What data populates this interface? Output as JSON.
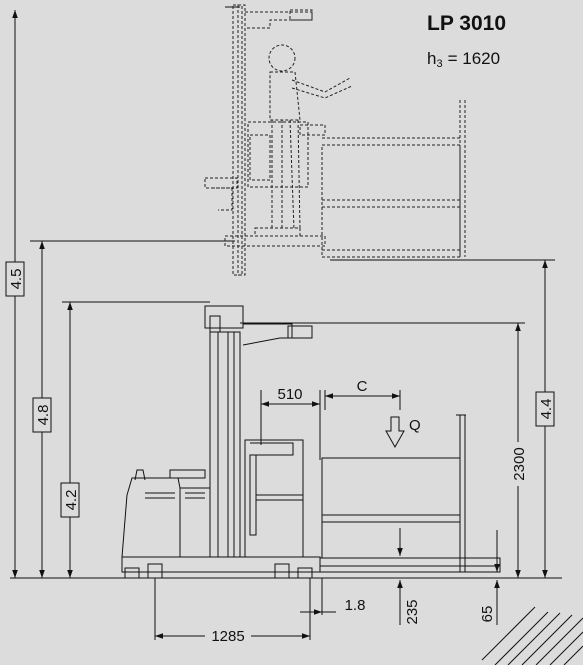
{
  "header": {
    "model": "LP 3010",
    "h3_symbol": "h",
    "h3_sub": "3",
    "h3_value": "= 1620"
  },
  "dimensions": {
    "d_4_5": "4.5",
    "d_4_8": "4.8",
    "d_4_2": "4.2",
    "d_4_4": "4.4",
    "d_2300": "2300",
    "d_510": "510",
    "d_C": "C",
    "d_Q": "Q",
    "d_1_8": "1.8",
    "d_235": "235",
    "d_65": "65",
    "d_1285": "1285"
  }
}
